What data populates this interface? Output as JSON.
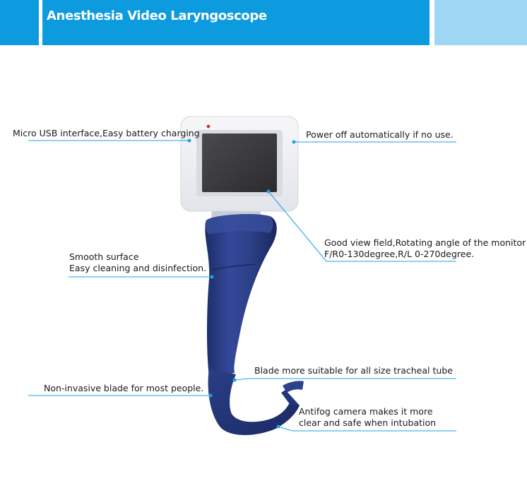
{
  "header": {
    "title": "Anesthesia Video Laryngoscope",
    "colors": {
      "primary": "#0d9be0",
      "secondary": "#9fd6f4"
    }
  },
  "callouts": {
    "usb": "Micro USB interface,Easy battery charging",
    "power_off": "Power off automatically if no use.",
    "view_field": {
      "line1": "Good view field,Rotating angle of the monitor",
      "line2": "F/R0-130degree,R/L 0-270degree."
    },
    "smooth": {
      "line1": "Smooth surface",
      "line2": "Easy cleaning and disinfection."
    },
    "blade_size": "Blade more suitable for all size tracheal tube",
    "non_invasive": "Non-invasive blade for most people.",
    "antifog": {
      "line1": "Antifog camera makes it more",
      "line2": "clear and safe when intubation"
    }
  },
  "colors": {
    "leader_line": "#1ea3e6",
    "handle": "#263a80",
    "monitor_body": "#eef0f3",
    "screen": "#3d3d3f"
  }
}
